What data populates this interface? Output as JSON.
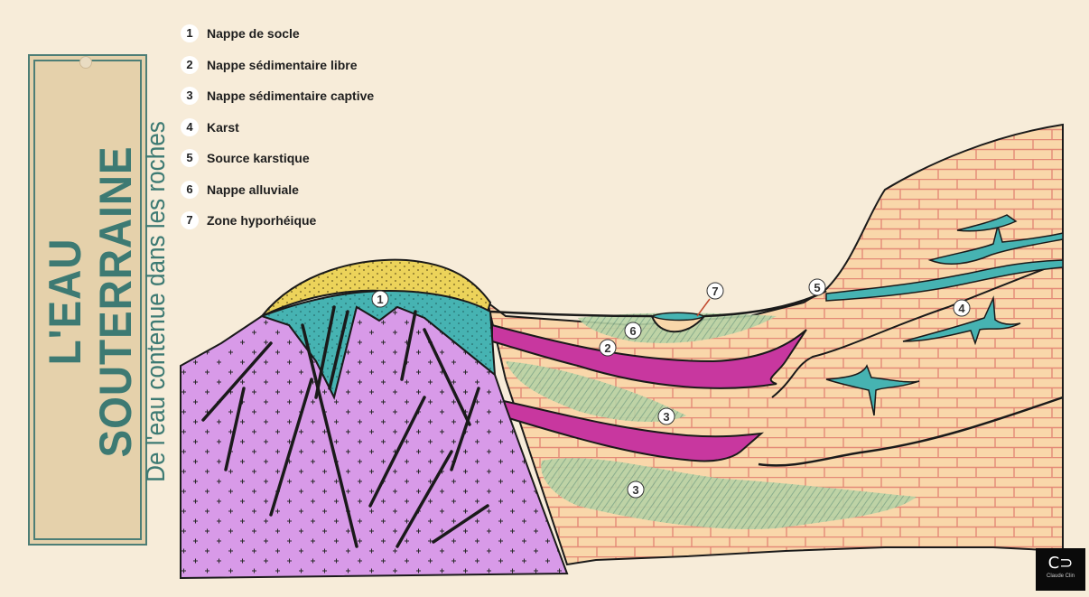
{
  "title": {
    "main": "L'EAU SOUTERRAINE",
    "subtitle": "De l'eau contenue dans les roches"
  },
  "legend": [
    {
      "number": "1",
      "label": "Nappe de socle"
    },
    {
      "number": "2",
      "label": "Nappe sédimentaire libre"
    },
    {
      "number": "3",
      "label": "Nappe sédimentaire captive"
    },
    {
      "number": "4",
      "label": "Karst"
    },
    {
      "number": "5",
      "label": "Source karstique"
    },
    {
      "number": "6",
      "label": "Nappe alluviale"
    },
    {
      "number": "7",
      "label": "Zone hyporhéique"
    }
  ],
  "markers": [
    "1",
    "2",
    "3",
    "3",
    "4",
    "5",
    "6",
    "7"
  ],
  "logo": {
    "mark": "C⊃",
    "text": "Claude Clin"
  },
  "colors": {
    "background": "#f7ecd9",
    "socle": "#d89ae8",
    "sand": "#ecd35a",
    "teal": "#46b3b2",
    "limestone": "#f9d7aa",
    "brick_lines": "#e38a77",
    "magenta": "#c8379f",
    "hatch_green": "#9bc49c",
    "title_green": "#3d7a73"
  }
}
